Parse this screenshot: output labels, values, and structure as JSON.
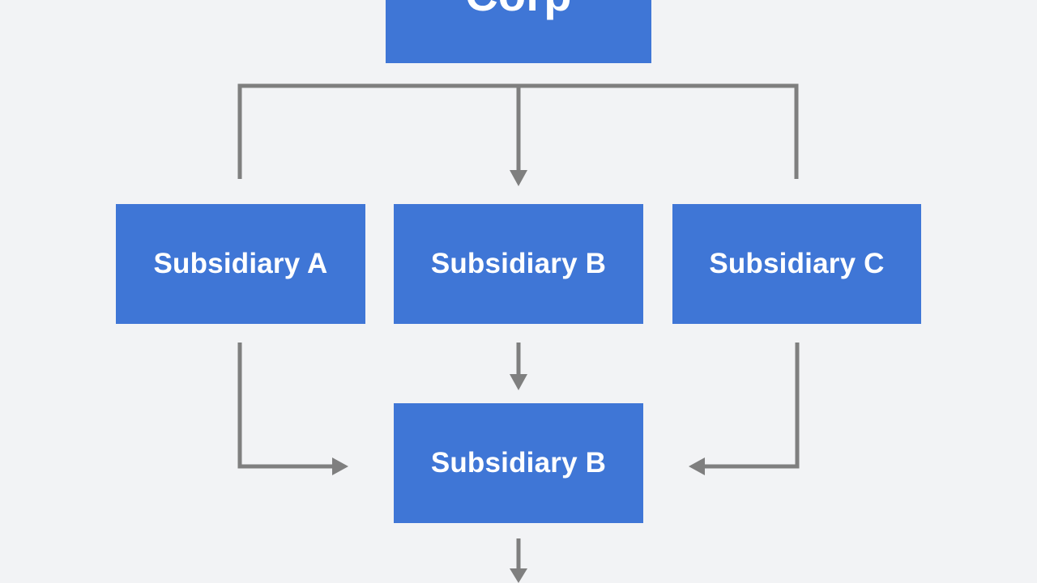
{
  "nodes": {
    "parent": "Corp",
    "subsidiary_a": "Subsidiary A",
    "subsidiary_b": "Subsidiary B",
    "subsidiary_c": "Subsidiary C",
    "subsidiary_b_lower": "Subsidiary B"
  },
  "colors": {
    "background": "#f2f3f5",
    "node_fill": "#3f76d6",
    "node_text": "#ffffff",
    "connector": "#7f7f7f"
  }
}
